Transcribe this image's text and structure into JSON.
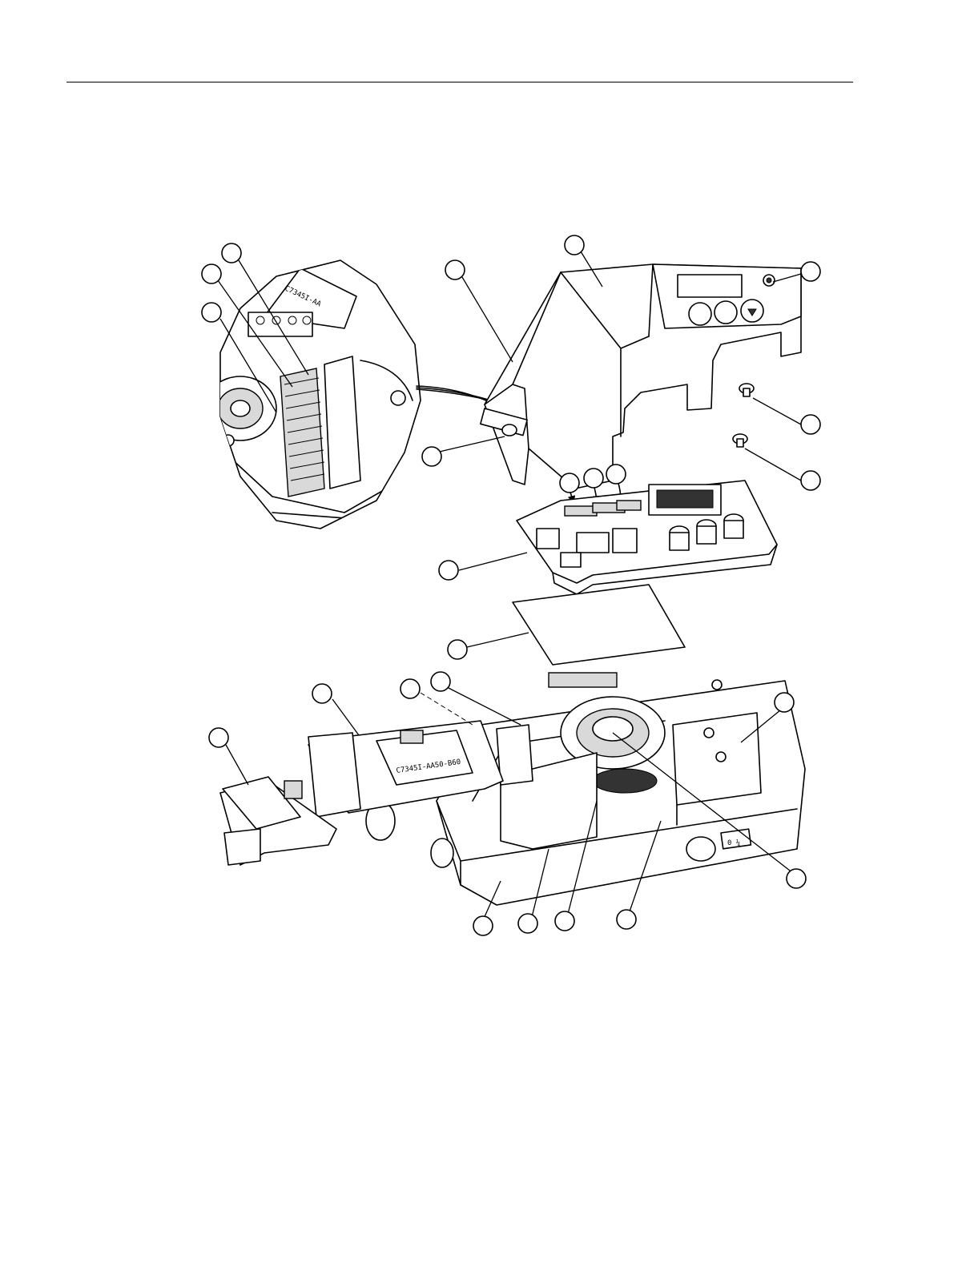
{
  "diagram": {
    "inset_pcb_label": "C7345I-AA",
    "option_board_label": "C7345I-AA50-B60",
    "housing_label": "0 ¼"
  }
}
